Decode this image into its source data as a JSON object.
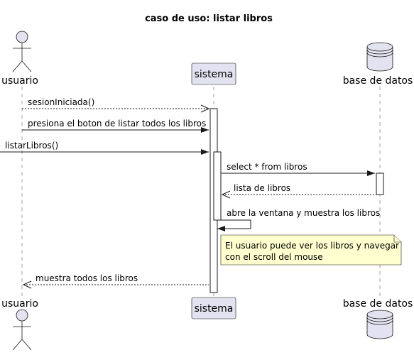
{
  "title": "caso de uso: listar libros",
  "participants": {
    "user": "usuario",
    "system": "sistema",
    "db": "base de datos"
  },
  "messages": [
    {
      "label": "sesionIniciada()",
      "style": "dashed"
    },
    {
      "label": "presiona el boton de listar todos los libros",
      "style": "solid"
    },
    {
      "label": "listarLibros()",
      "style": "solid"
    },
    {
      "label": "select * from libros",
      "style": "solid"
    },
    {
      "label": "lista de libros",
      "style": "dashed"
    },
    {
      "label": "abre la ventana y muestra los libros",
      "style": "solid"
    },
    {
      "label": "muestra todos los libros",
      "style": "dashed"
    }
  ],
  "note": {
    "line1": "El usuario puede ver los libros y navegar",
    "line2": "con el scroll del mouse"
  },
  "colors": {
    "participant_fill": "#e2e2f0",
    "note_fill": "#fefece",
    "line": "#181818",
    "lifeline": "#a0a0a0"
  }
}
